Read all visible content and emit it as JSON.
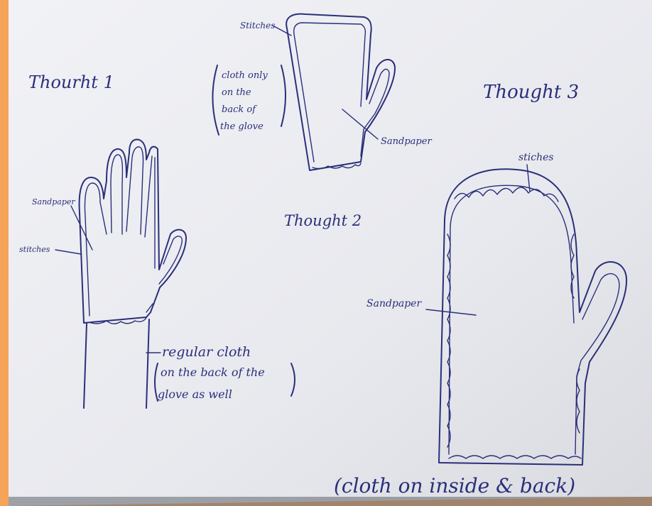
{
  "colors": {
    "ink": "#2a2f7a",
    "paper": "#eceef3",
    "desk_edge": "#f6a35a"
  },
  "thought1": {
    "title": "Thourht 1",
    "label_sandpaper": "Sandpaper",
    "label_stitches": "stitches",
    "note_line1": "regular cloth",
    "note_line2": "on the back of the",
    "note_line3": "glove as well"
  },
  "thought2": {
    "title": "Thought 2",
    "label_stitches": "Stitches",
    "note_line1": "cloth only",
    "note_line2": "on the",
    "note_line3": "back of",
    "note_line4": "the glove",
    "label_sandpaper": "Sandpaper"
  },
  "thought3": {
    "title": "Thought 3",
    "label_stitches": "stiches",
    "label_sandpaper": "Sandpaper",
    "footer": "(cloth on inside & back)"
  }
}
